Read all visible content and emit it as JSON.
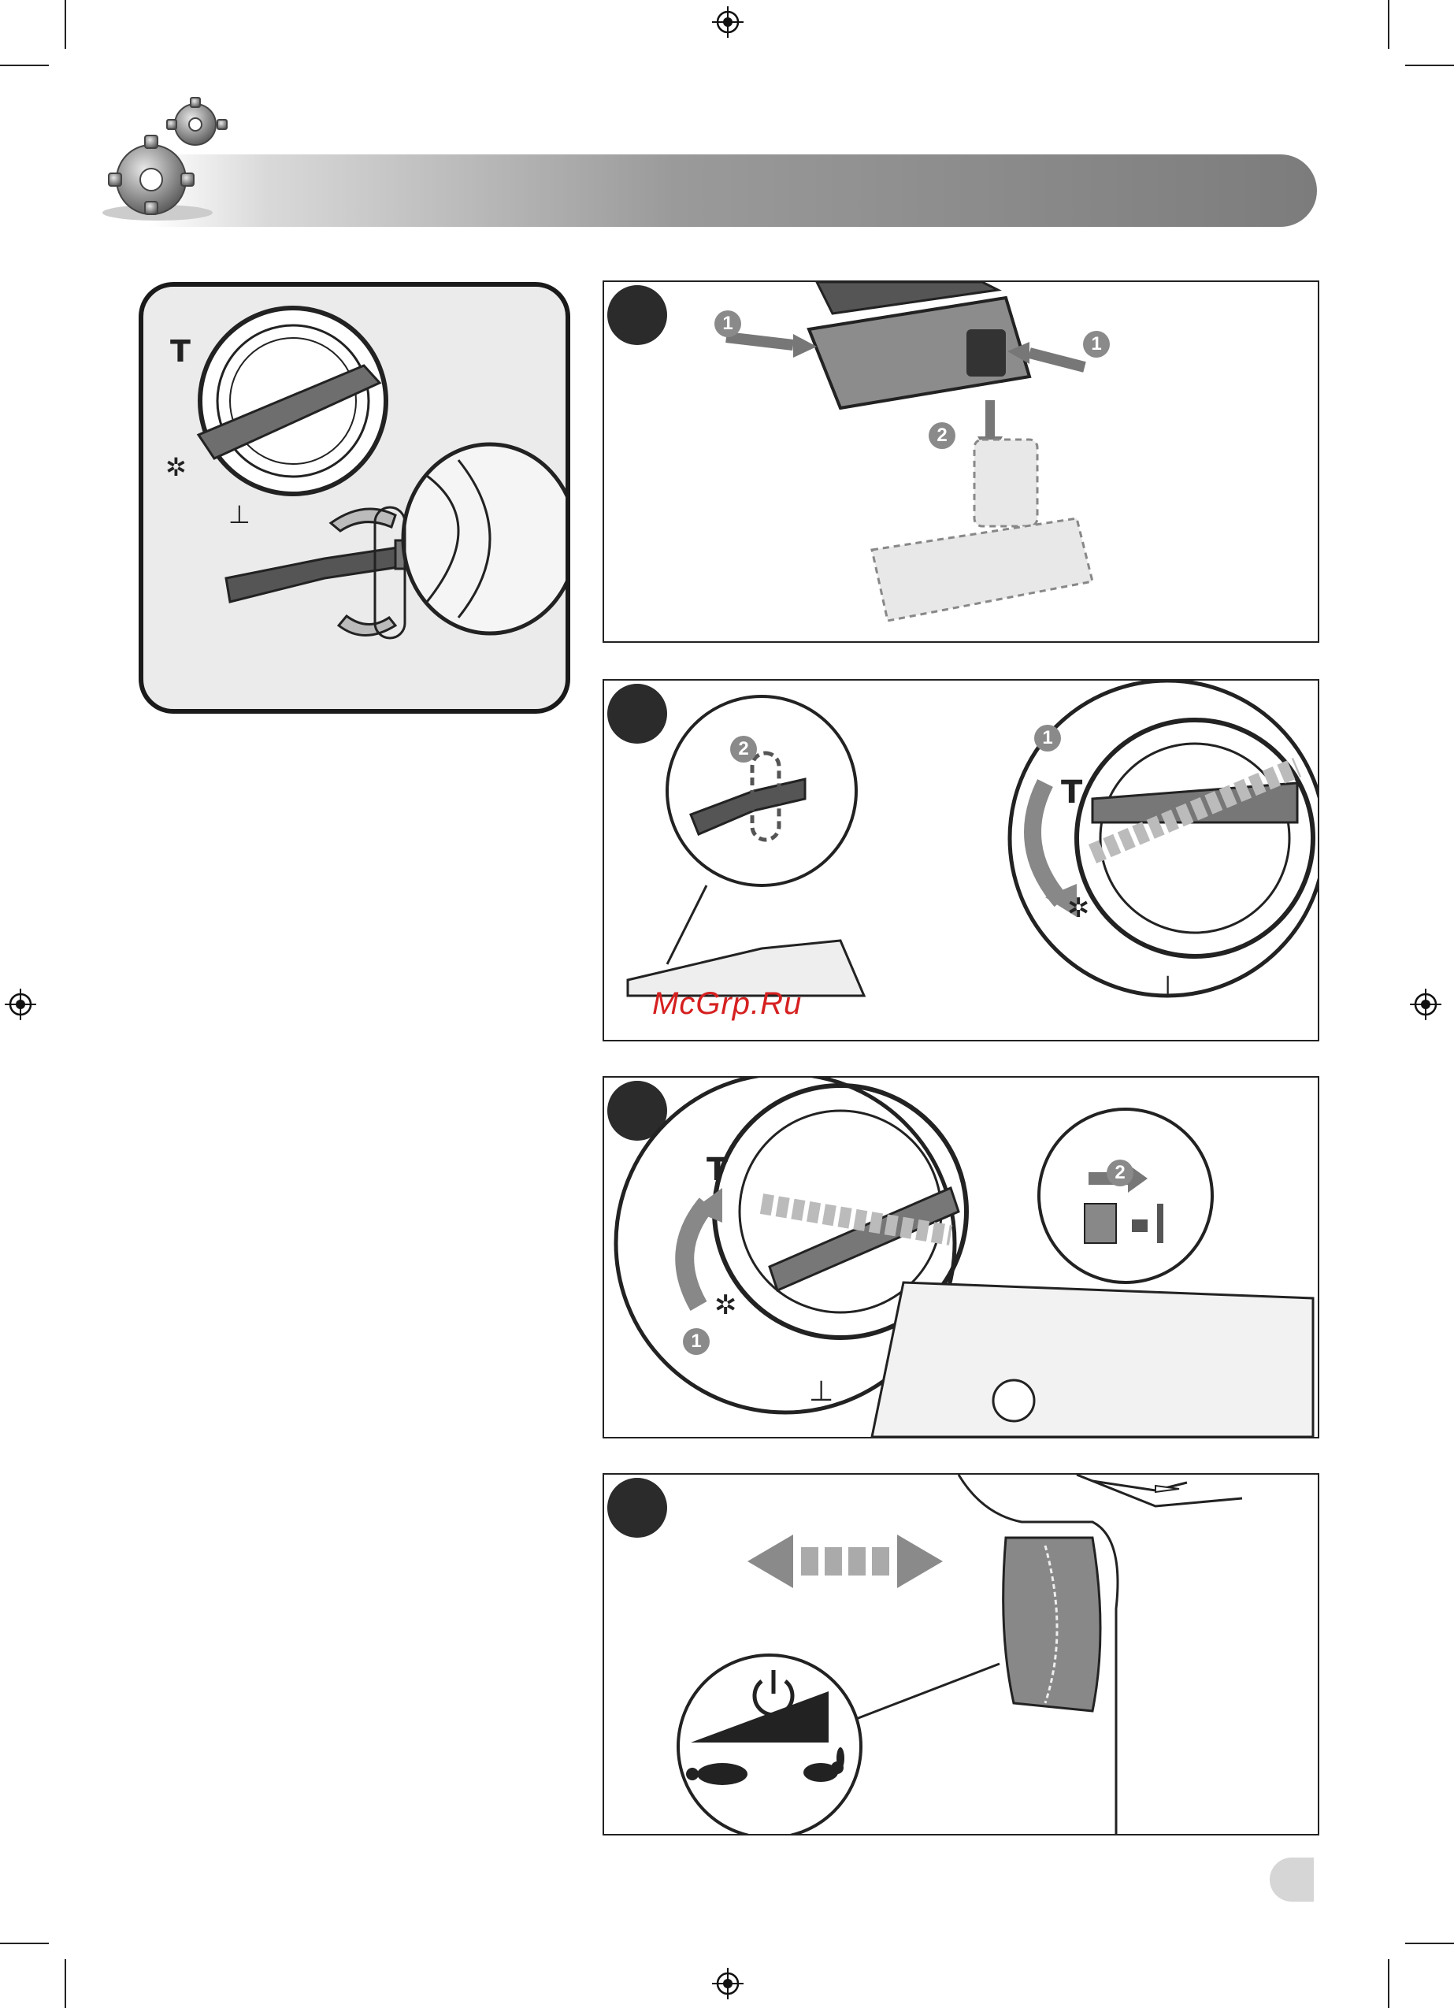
{
  "callouts": {
    "p1_a": "1",
    "p1_b": "1",
    "p1_c": "2",
    "p2_a": "2",
    "p2_b": "1",
    "p3_a": "2",
    "p3_b": "1"
  },
  "watermark": "McGrp.Ru",
  "colors": {
    "header_dark": "#7c7c7c",
    "callout_grey": "#8a8a8a",
    "step_dot": "#2b2b2b",
    "watermark_red": "#d62020"
  },
  "icons": [
    "gears-icon",
    "chisel-icon",
    "rotation-arrows-icon",
    "power-icon",
    "turtle-icon",
    "rabbit-icon",
    "double-arrow-icon"
  ]
}
